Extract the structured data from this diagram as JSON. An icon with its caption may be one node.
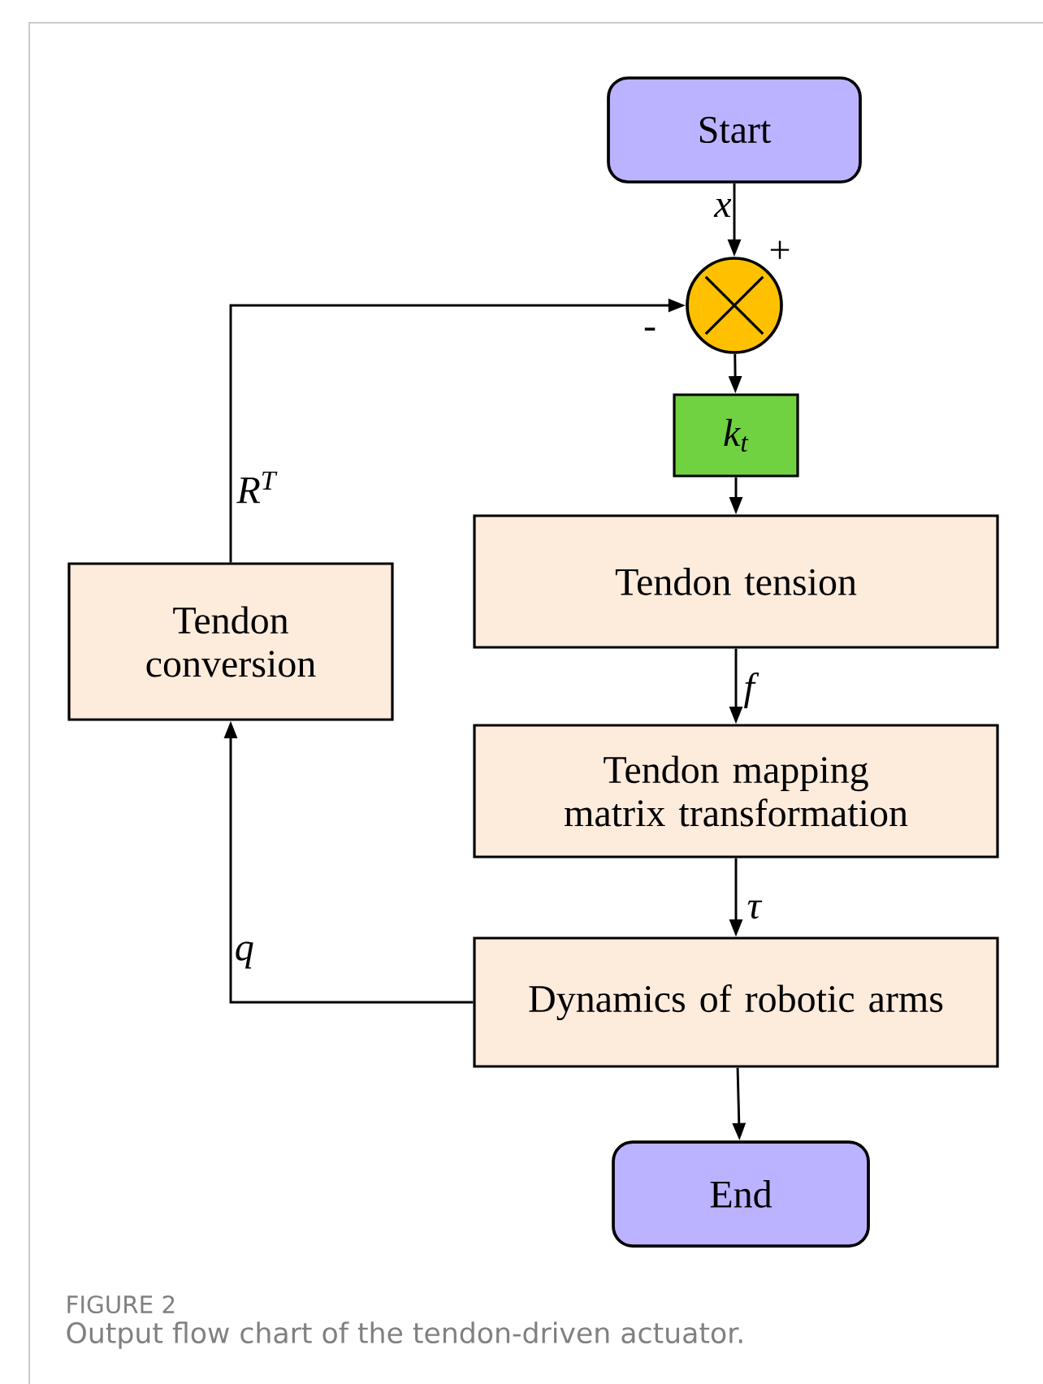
{
  "diagram": {
    "caption": "Output flow chart of the tendon-driven actuator.",
    "nodes": [
      {
        "text": [
          "Start"
        ]
      },
      {
        "text": [],
        "shape": "circle"
      },
      {
        "text": [
          "k$_{t}$"
        ]
      },
      {
        "text": [
          "Tendon tension"
        ]
      },
      {
        "text": [
          "Tendon mapping matrix transformation"
        ]
      },
      {
        "text": [
          "Dynamics of robotic arms"
        ]
      },
      {
        "text": [
          "End"
        ]
      },
      {
        "text": [
          "Tendon conversion"
        ]
      }
    ],
    "edges": [
      {
        "from": 0,
        "to": 1,
        "arrow": "to",
        "label": "x"
      },
      {
        "from": 1,
        "to": 2,
        "arrow": "to"
      },
      {
        "from": 2,
        "to": 3,
        "arrow": "to"
      },
      {
        "from": 3,
        "to": 4,
        "arrow": "to",
        "label": "f"
      },
      {
        "from": 4,
        "to": 5,
        "arrow": "to",
        "label": "τ"
      },
      {
        "from": 5,
        "to": 6,
        "arrow": "to"
      },
      {
        "from": 5,
        "to": 7,
        "arrow": "to",
        "label": "q"
      },
      {
        "from": 7,
        "to": 1,
        "arrow": "to",
        "label": "R$^{T}$"
      }
    ],
    "labels": [
      "+",
      "-",
      "FIGURE 2"
    ]
  }
}
